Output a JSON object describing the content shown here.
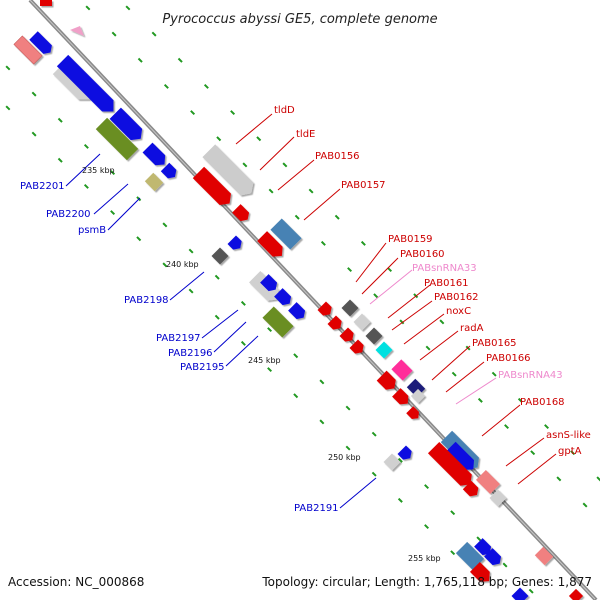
{
  "title": "Pyrococcus abyssi GE5, complete genome",
  "accession": "Accession: NC_000868",
  "topology": "Topology: circular; Length: 1,765,118 bp; Genes: 1,877",
  "colors": {
    "forward_label": "#cc0000",
    "reverse_label": "#0000cc",
    "rna_label": "#ee88cc",
    "backbone": "#999999",
    "tick": "#229922"
  },
  "ticks": [
    "235 kbp",
    "240 kbp",
    "245 kbp",
    "250 kbp",
    "255 kbp"
  ],
  "forward_labels": [
    "tldD",
    "tldE",
    "PAB0156",
    "PAB0157",
    "PAB0159",
    "PAB0160",
    "PABsnRNA33",
    "PAB0161",
    "PAB0162",
    "noxC",
    "radA",
    "PAB0165",
    "PAB0166",
    "PABsnRNA43",
    "PAB0168",
    "asnS-like",
    "gptA"
  ],
  "reverse_labels": [
    "PAB2201",
    "PAB2200",
    "psmB",
    "PAB2198",
    "PAB2197",
    "PAB2196",
    "PAB2195",
    "PAB2191"
  ]
}
